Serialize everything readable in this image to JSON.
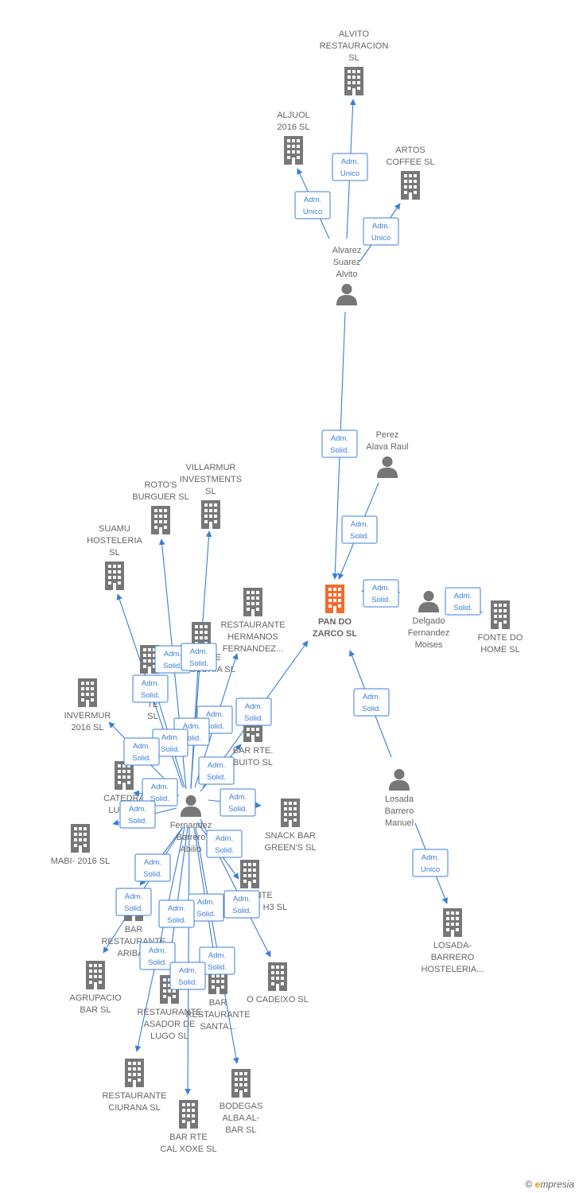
{
  "colors": {
    "edge": "#3b7dd8",
    "node": "#777777",
    "main_node": "#f26c2e",
    "label": "#666666"
  },
  "nodes": [
    {
      "id": "alvito_rest",
      "type": "company",
      "lines": [
        "ALVITO",
        "RESTAURACION",
        "SL"
      ]
    },
    {
      "id": "aljuol",
      "type": "company",
      "lines": [
        "ALJUOL",
        "2016  SL"
      ]
    },
    {
      "id": "artos",
      "type": "company",
      "lines": [
        "ARTOS",
        "COFFEE SL"
      ]
    },
    {
      "id": "alvarez",
      "type": "person",
      "lines": [
        "Alvarez",
        "Suarez",
        "Alvito"
      ]
    },
    {
      "id": "perez",
      "type": "person",
      "lines": [
        "Perez",
        "Alava Raul"
      ]
    },
    {
      "id": "villarmur",
      "type": "company",
      "lines": [
        "VILLARMUR",
        "INVESTMENTS",
        "SL"
      ]
    },
    {
      "id": "rotos",
      "type": "company",
      "lines": [
        "ROTO'S",
        "BURGUER  SL"
      ]
    },
    {
      "id": "suamu",
      "type": "company",
      "lines": [
        "SUAMU",
        "HOSTELERIA",
        "SL"
      ]
    },
    {
      "id": "rest_hermanos",
      "type": "company",
      "lines": [
        "RESTAURANTE",
        "HERMANOS",
        "FERNANDEZ..."
      ]
    },
    {
      "id": "pan_do_zarco",
      "type": "main",
      "lines": [
        "PAN DO",
        "ZARCO  SL"
      ]
    },
    {
      "id": "delgado",
      "type": "person",
      "lines": [
        "Delgado",
        "Fernandez",
        "Moises"
      ]
    },
    {
      "id": "fonte",
      "type": "company",
      "lines": [
        "FONTE DO",
        "HOME  SL"
      ]
    },
    {
      "id": "rest_gloria",
      "type": "company",
      "lines": [
        "NTE",
        "GLORIA SL"
      ]
    },
    {
      "id": "rest_su",
      "type": "company",
      "lines": [
        "RES",
        "SU",
        "TE",
        "SL"
      ]
    },
    {
      "id": "invermur",
      "type": "company",
      "lines": [
        "INVERMUR",
        "2016  SL"
      ]
    },
    {
      "id": "bar_rte_buito",
      "type": "company",
      "lines": [
        "BAR RTE.",
        "BUITO  SL"
      ]
    },
    {
      "id": "catedral",
      "type": "company",
      "lines": [
        "CATEDRA",
        "LUNA E"
      ]
    },
    {
      "id": "fernandez",
      "type": "person",
      "lines": [
        "Fernandez",
        "Barrero",
        "Abilio"
      ]
    },
    {
      "id": "snack_bar",
      "type": "company",
      "lines": [
        "SNACK BAR",
        "GREEN'S  SL"
      ]
    },
    {
      "id": "losada",
      "type": "person",
      "lines": [
        "Losada",
        "Barrero",
        "Manuel"
      ]
    },
    {
      "id": "mabi",
      "type": "company",
      "lines": [
        "MABI- 2016  SL"
      ]
    },
    {
      "id": "rest_bar_h3",
      "type": "company",
      "lines": [
        "ANTE",
        "Y BAR H3  SL"
      ]
    },
    {
      "id": "bar_rest_aribau",
      "type": "company",
      "lines": [
        "BAR",
        "RESTAURANTE",
        "ARIBAU"
      ]
    },
    {
      "id": "losada_hosteleria",
      "type": "company",
      "lines": [
        "LOSADA-",
        "BARRERO",
        "HOSTELERIA..."
      ]
    },
    {
      "id": "agrupacio",
      "type": "company",
      "lines": [
        "AGRUPACIO",
        "BAR  SL"
      ]
    },
    {
      "id": "rest_asador",
      "type": "company",
      "lines": [
        "RESTAURANTE",
        "ASADOR DE",
        "LUGO SL"
      ]
    },
    {
      "id": "bar_rest_santa",
      "type": "company",
      "lines": [
        "BAR",
        "RESTAURANTE",
        "SANTA..."
      ]
    },
    {
      "id": "o_cadeixo",
      "type": "company",
      "lines": [
        "O CADEIXO SL"
      ]
    },
    {
      "id": "rest_ciurana",
      "type": "company",
      "lines": [
        "RESTAURANTE",
        "CIURANA SL"
      ]
    },
    {
      "id": "bodegas",
      "type": "company",
      "lines": [
        "BODEGAS",
        "ALBA AL-",
        "BAR  SL"
      ]
    },
    {
      "id": "bar_rte_cal",
      "type": "company",
      "lines": [
        "BAR RTE",
        "CAL XOXE  SL"
      ]
    }
  ],
  "edge_labels": [
    [
      "Adm.",
      "Unico"
    ],
    [
      "Adm.",
      "Unico"
    ],
    [
      "Adm.",
      "Unico"
    ],
    [
      "Adm.",
      "Solid."
    ],
    [
      "Adm.",
      "Solid."
    ],
    [
      "Adm.",
      "Solid."
    ],
    [
      "Adm.",
      "Solid."
    ],
    [
      "Adm.",
      "Solid."
    ],
    [
      "Adm.",
      "Unico"
    ],
    [
      "Adm.",
      "Solid."
    ],
    [
      "Adm.",
      "Solid."
    ],
    [
      "Adm.",
      "Solid."
    ],
    [
      "Adm.",
      "Solid."
    ],
    [
      "Adm.",
      "Solid."
    ],
    [
      "Adm.",
      "Solid."
    ],
    [
      "Adm.",
      "Solid."
    ],
    [
      "Adm.",
      "Solid."
    ],
    [
      "Adm.",
      "Solid."
    ],
    [
      "Adm.",
      "Solid."
    ],
    [
      "Adm.",
      "Solid."
    ],
    [
      "Adm.",
      "Solid."
    ],
    [
      "Adm.",
      "Solid."
    ],
    [
      "Adm.",
      "Solid."
    ],
    [
      "Adm.",
      "Solid."
    ],
    [
      "Adm.",
      "Solid."
    ],
    [
      "Adm.",
      "Solid."
    ],
    [
      "Adm.",
      "Solid."
    ],
    [
      "Adm.",
      "Solid."
    ],
    [
      "Adm.",
      "Solid."
    ],
    [
      "Adm.",
      "Solid."
    ]
  ],
  "brand": {
    "copyright": "©",
    "first_letter": "e",
    "rest": "mpresia"
  }
}
